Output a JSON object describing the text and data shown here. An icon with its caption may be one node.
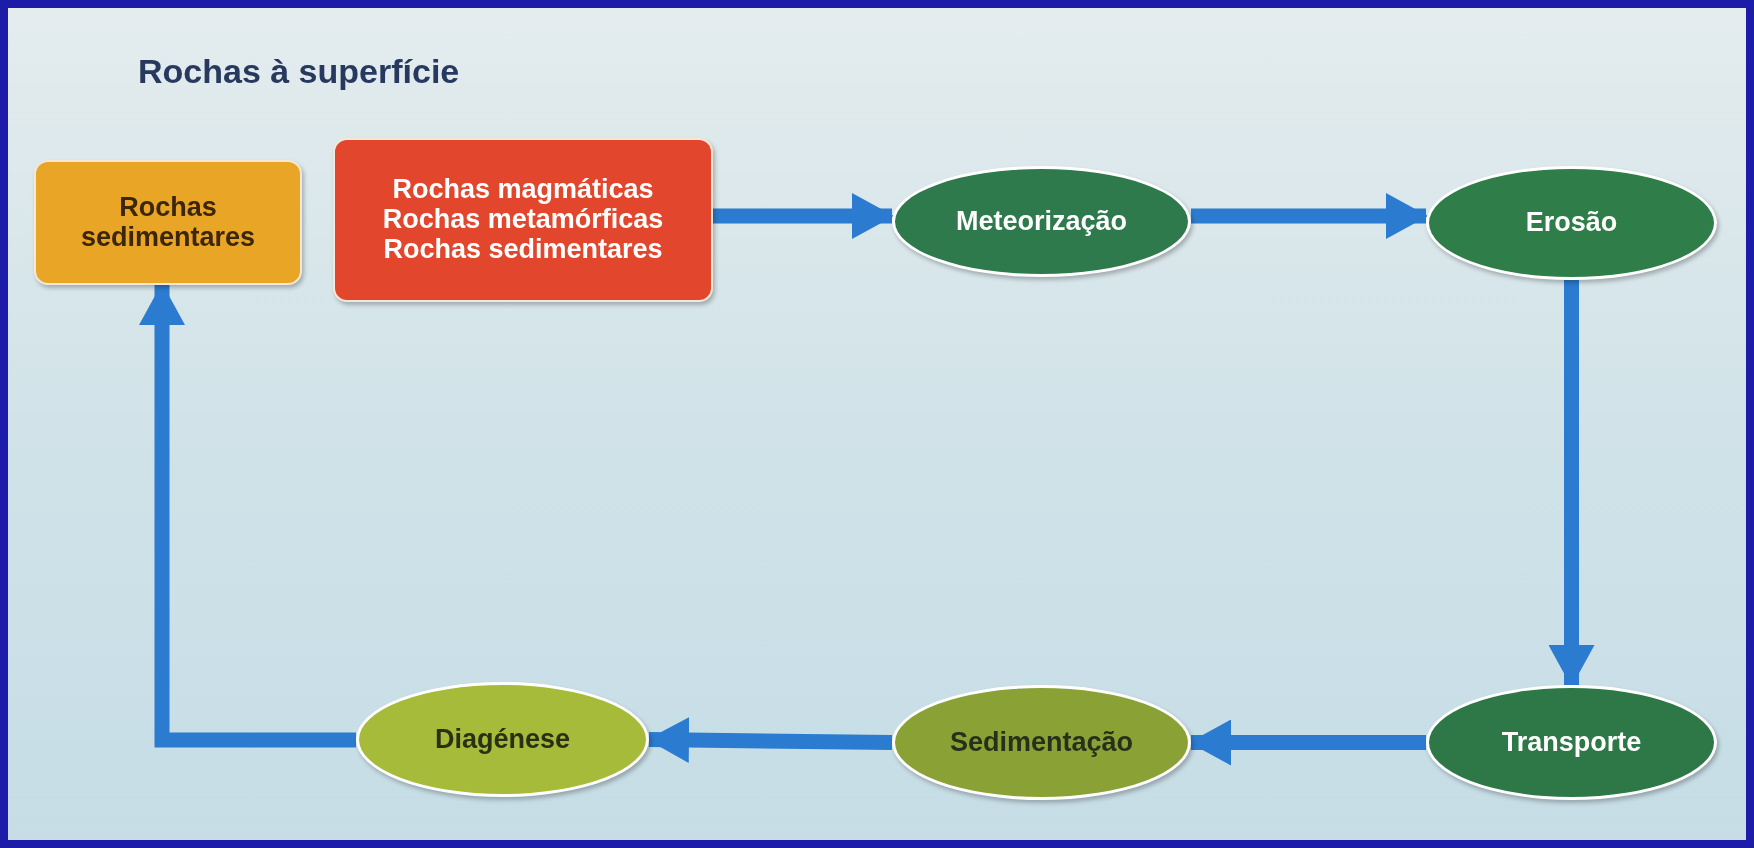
{
  "diagram": {
    "title": "Rochas à superfície",
    "nodes": [
      {
        "text": [
          "Rochas sedimentares"
        ]
      },
      {
        "text": [
          "Rochas magmáticas",
          "Rochas metamórficas",
          "Rochas sedimentares"
        ]
      },
      {
        "text": [
          "Meteorização"
        ]
      },
      {
        "text": [
          "Erosão"
        ]
      },
      {
        "text": [
          "Transporte"
        ]
      },
      {
        "text": [
          "Sedimentação"
        ]
      },
      {
        "text": [
          "Diagénese"
        ]
      }
    ],
    "edges": [
      {
        "from": 1,
        "to": 2,
        "arrow": "to"
      },
      {
        "from": 2,
        "to": 3,
        "arrow": "to"
      },
      {
        "from": 3,
        "to": 4,
        "arrow": "to"
      },
      {
        "from": 4,
        "to": 5,
        "arrow": "to"
      },
      {
        "from": 5,
        "to": 6,
        "arrow": "to"
      },
      {
        "from": 6,
        "to": 0,
        "arrow": "to"
      }
    ]
  }
}
